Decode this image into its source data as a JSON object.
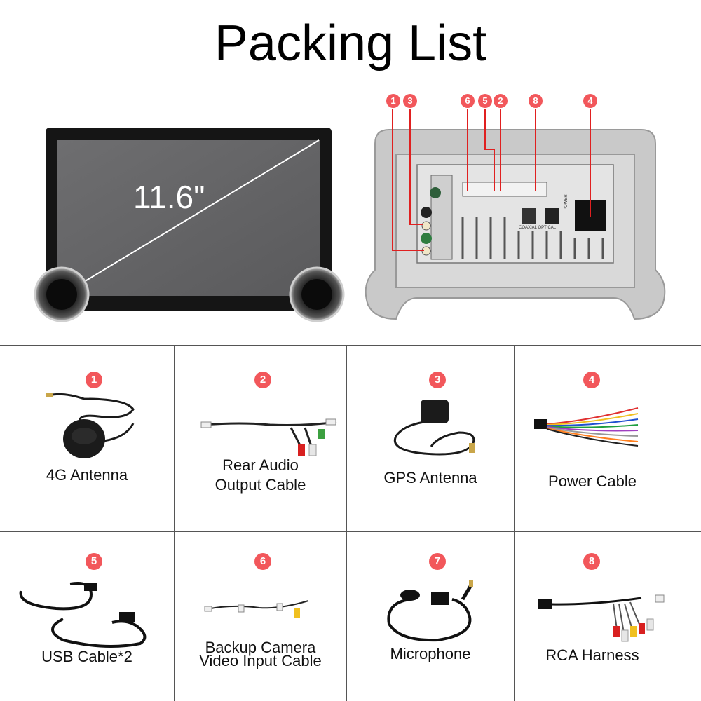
{
  "page": {
    "title": "Packing List"
  },
  "front_unit": {
    "screen_size": "11.6\""
  },
  "callouts": [
    "1",
    "3",
    "6",
    "5",
    "2",
    "8",
    "4"
  ],
  "back_labels": {
    "optical": "COAXIAL  OPTICAL",
    "power": "POWER"
  },
  "items": [
    {
      "number": "1",
      "name": "4G Antenna"
    },
    {
      "number": "2",
      "name_line1": "Rear Audio",
      "name_line2": "Output Cable"
    },
    {
      "number": "3",
      "name": "GPS Antenna"
    },
    {
      "number": "4",
      "name": "Power Cable"
    },
    {
      "number": "5",
      "name": "USB Cable*2"
    },
    {
      "number": "6",
      "name_line1": "Backup Camera",
      "name_line2": "Video Input Cable"
    },
    {
      "number": "7",
      "name": "Microphone"
    },
    {
      "number": "8",
      "name": "RCA Harness"
    }
  ],
  "colors": {
    "badge": "#f2575b",
    "callout_line": "#e02020",
    "frame": "#555555"
  }
}
